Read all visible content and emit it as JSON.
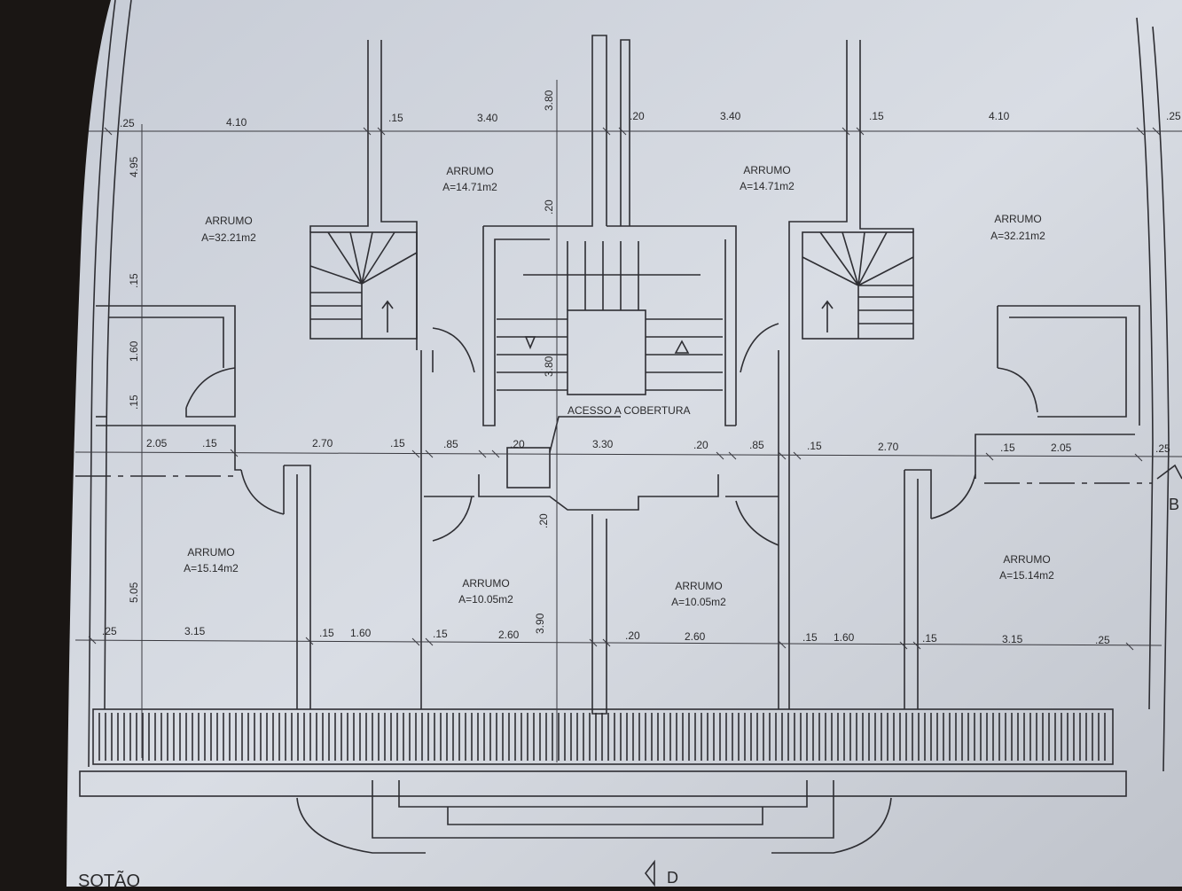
{
  "drawing": {
    "page_label": "SOTÃO",
    "section_marker_b": "B",
    "section_marker_d": "D",
    "access_label": "ACESSO A COBERTURA"
  },
  "rooms": [
    {
      "name": "ARRUMO",
      "area": "A=32.21m2"
    },
    {
      "name": "ARRUMO",
      "area": "A=14.71m2"
    },
    {
      "name": "ARRUMO",
      "area": "A=14.71m2"
    },
    {
      "name": "ARRUMO",
      "area": "A=32.21m2"
    },
    {
      "name": "ARRUMO",
      "area": "A=15.14m2"
    },
    {
      "name": "ARRUMO",
      "area": "A=10.05m2"
    },
    {
      "name": "ARRUMO",
      "area": "A=10.05m2"
    },
    {
      "name": "ARRUMO",
      "area": "A=15.14m2"
    }
  ],
  "dimensions": {
    "top": [
      ".25",
      "4.10",
      ".15",
      "3.40",
      ".20",
      "3.40",
      ".15",
      "4.10",
      ".25"
    ],
    "middle": [
      "2.05",
      ".15",
      "2.70",
      ".15",
      ".85",
      ".20",
      "3.30",
      ".20",
      ".85",
      ".15",
      "2.70",
      ".15",
      "2.05",
      ".25"
    ],
    "bottom": [
      ".25",
      "3.15",
      ".15",
      "1.60",
      ".15",
      "2.60",
      ".20",
      "2.60",
      ".15",
      "1.60",
      ".15",
      "3.15",
      ".25"
    ],
    "vertical_left": [
      "4.95",
      ".15",
      "1.60",
      ".15",
      "5.05"
    ],
    "vertical_center": [
      "3.80",
      ".20",
      "3.80",
      ".20",
      "3.90"
    ]
  }
}
